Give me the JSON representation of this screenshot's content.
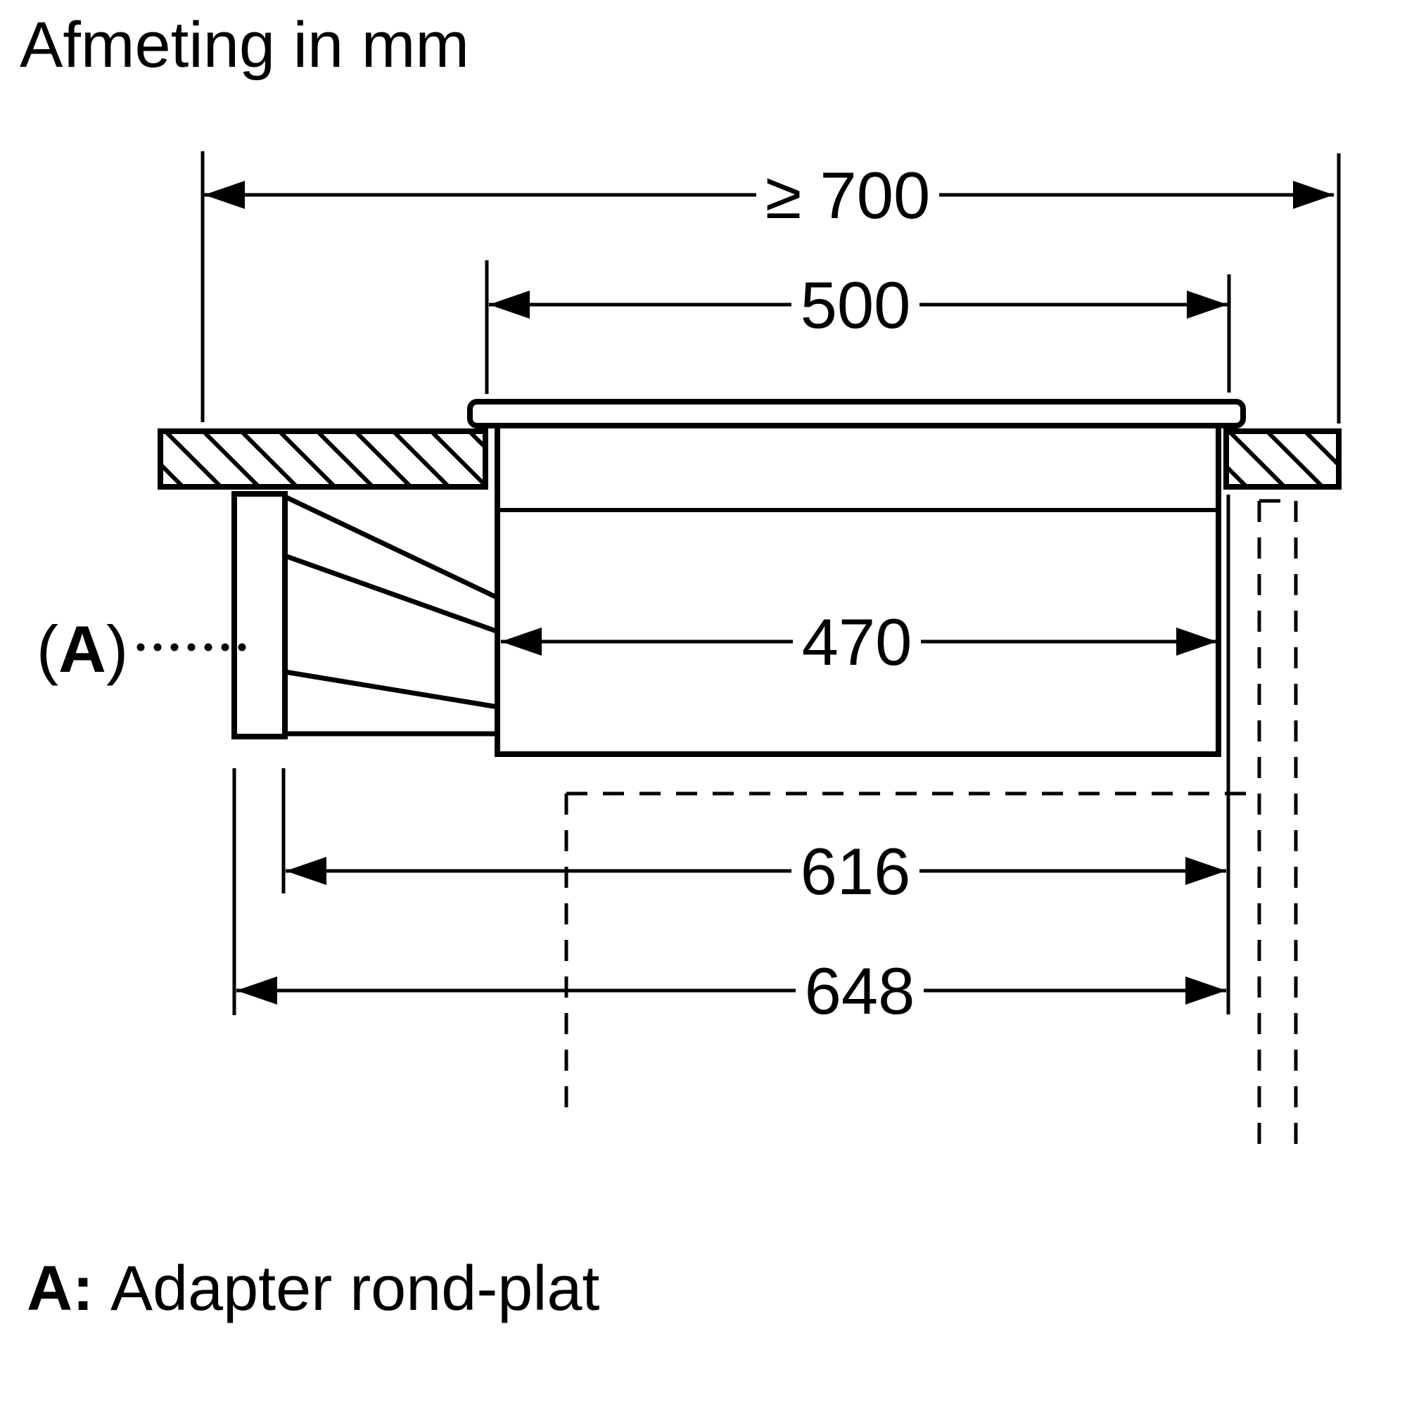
{
  "title": "Afmeting in mm",
  "dimensions": {
    "min_worktop_depth": {
      "label": "≥ 700",
      "value_mm": 700,
      "constraint": "minimum"
    },
    "cutout_glass_width": {
      "label": "500",
      "value_mm": 500
    },
    "body_width": {
      "label": "470",
      "value_mm": 470
    },
    "depth_to_duct": {
      "label": "616",
      "value_mm": 616
    },
    "overall_depth": {
      "label": "648",
      "value_mm": 648
    }
  },
  "adapter_marker": {
    "open_paren": "(",
    "letter": "A",
    "close_paren": ")"
  },
  "footnote": {
    "key": "A:",
    "text": "Adapter rond-plat"
  },
  "colors": {
    "line": "#000000",
    "background": "#ffffff"
  }
}
